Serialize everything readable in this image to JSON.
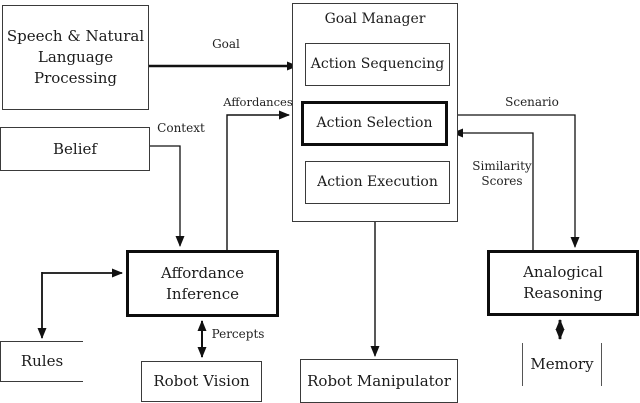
{
  "diagram": {
    "title": "Robot cognitive architecture block diagram",
    "colors": {
      "background": "#ffffff",
      "line": "#111111",
      "thin_border": "#3a3a3a",
      "bold_border": "#0d0d0d",
      "text": "#1c1c1c"
    },
    "nodes": {
      "speech_nlp": {
        "lines": [
          "Speech & Natural",
          "Language",
          "Processing"
        ]
      },
      "belief": {
        "label": "Belief"
      },
      "goal_manager": {
        "label": "Goal Manager"
      },
      "action_sequencing": {
        "label": "Action Sequencing"
      },
      "action_selection": {
        "label": "Action Selection"
      },
      "action_execution": {
        "label": "Action Execution"
      },
      "affordance_inference": {
        "lines": [
          "Affordance",
          "Inference"
        ]
      },
      "rules": {
        "label": "Rules"
      },
      "robot_vision": {
        "label": "Robot Vision"
      },
      "robot_manipulator": {
        "label": "Robot Manipulator"
      },
      "analogical_reasoning": {
        "lines": [
          "Analogical",
          "Reasoning"
        ]
      },
      "memory": {
        "label": "Memory"
      }
    },
    "edge_labels": {
      "goal": "Goal",
      "context": "Context",
      "affordances": "Affordances",
      "scenario": "Scenario",
      "similarity": {
        "lines": [
          "Similarity",
          "Scores"
        ]
      },
      "percepts": "Percepts"
    }
  }
}
